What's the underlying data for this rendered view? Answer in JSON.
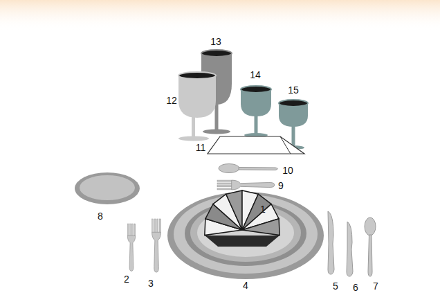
{
  "diagram": {
    "labels": [
      "13",
      "12",
      "14",
      "15",
      "11",
      "10",
      "9",
      "8",
      "1",
      "2",
      "3",
      "4",
      "5",
      "6",
      "7"
    ]
  }
}
